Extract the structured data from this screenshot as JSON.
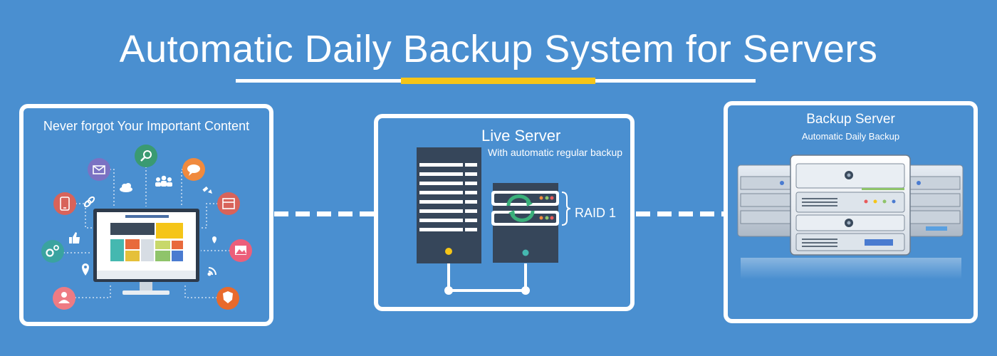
{
  "header": {
    "title": "Automatic Daily Backup System for Servers"
  },
  "panels": {
    "content": {
      "heading": "Never forgot Your Important Content"
    },
    "live_server": {
      "heading": "Live Server",
      "subheading": "With automatic regular backup",
      "raid_label": "RAID 1"
    },
    "backup_server": {
      "heading": "Backup Server",
      "subheading": "Automatic Daily Backup"
    }
  },
  "colors": {
    "background": "#4a8fd0",
    "accent": "#f5c518",
    "panel_border": "#ffffff",
    "server_dark": "#36465a"
  },
  "icons": [
    "mail-icon",
    "search-icon",
    "chat-icon",
    "phone-icon",
    "calendar-icon",
    "settings-icon",
    "image-icon",
    "user-icon",
    "shield-icon",
    "cloud-icon",
    "group-icon",
    "link-icon",
    "like-icon",
    "location-icon",
    "rss-icon",
    "sync-icon"
  ]
}
